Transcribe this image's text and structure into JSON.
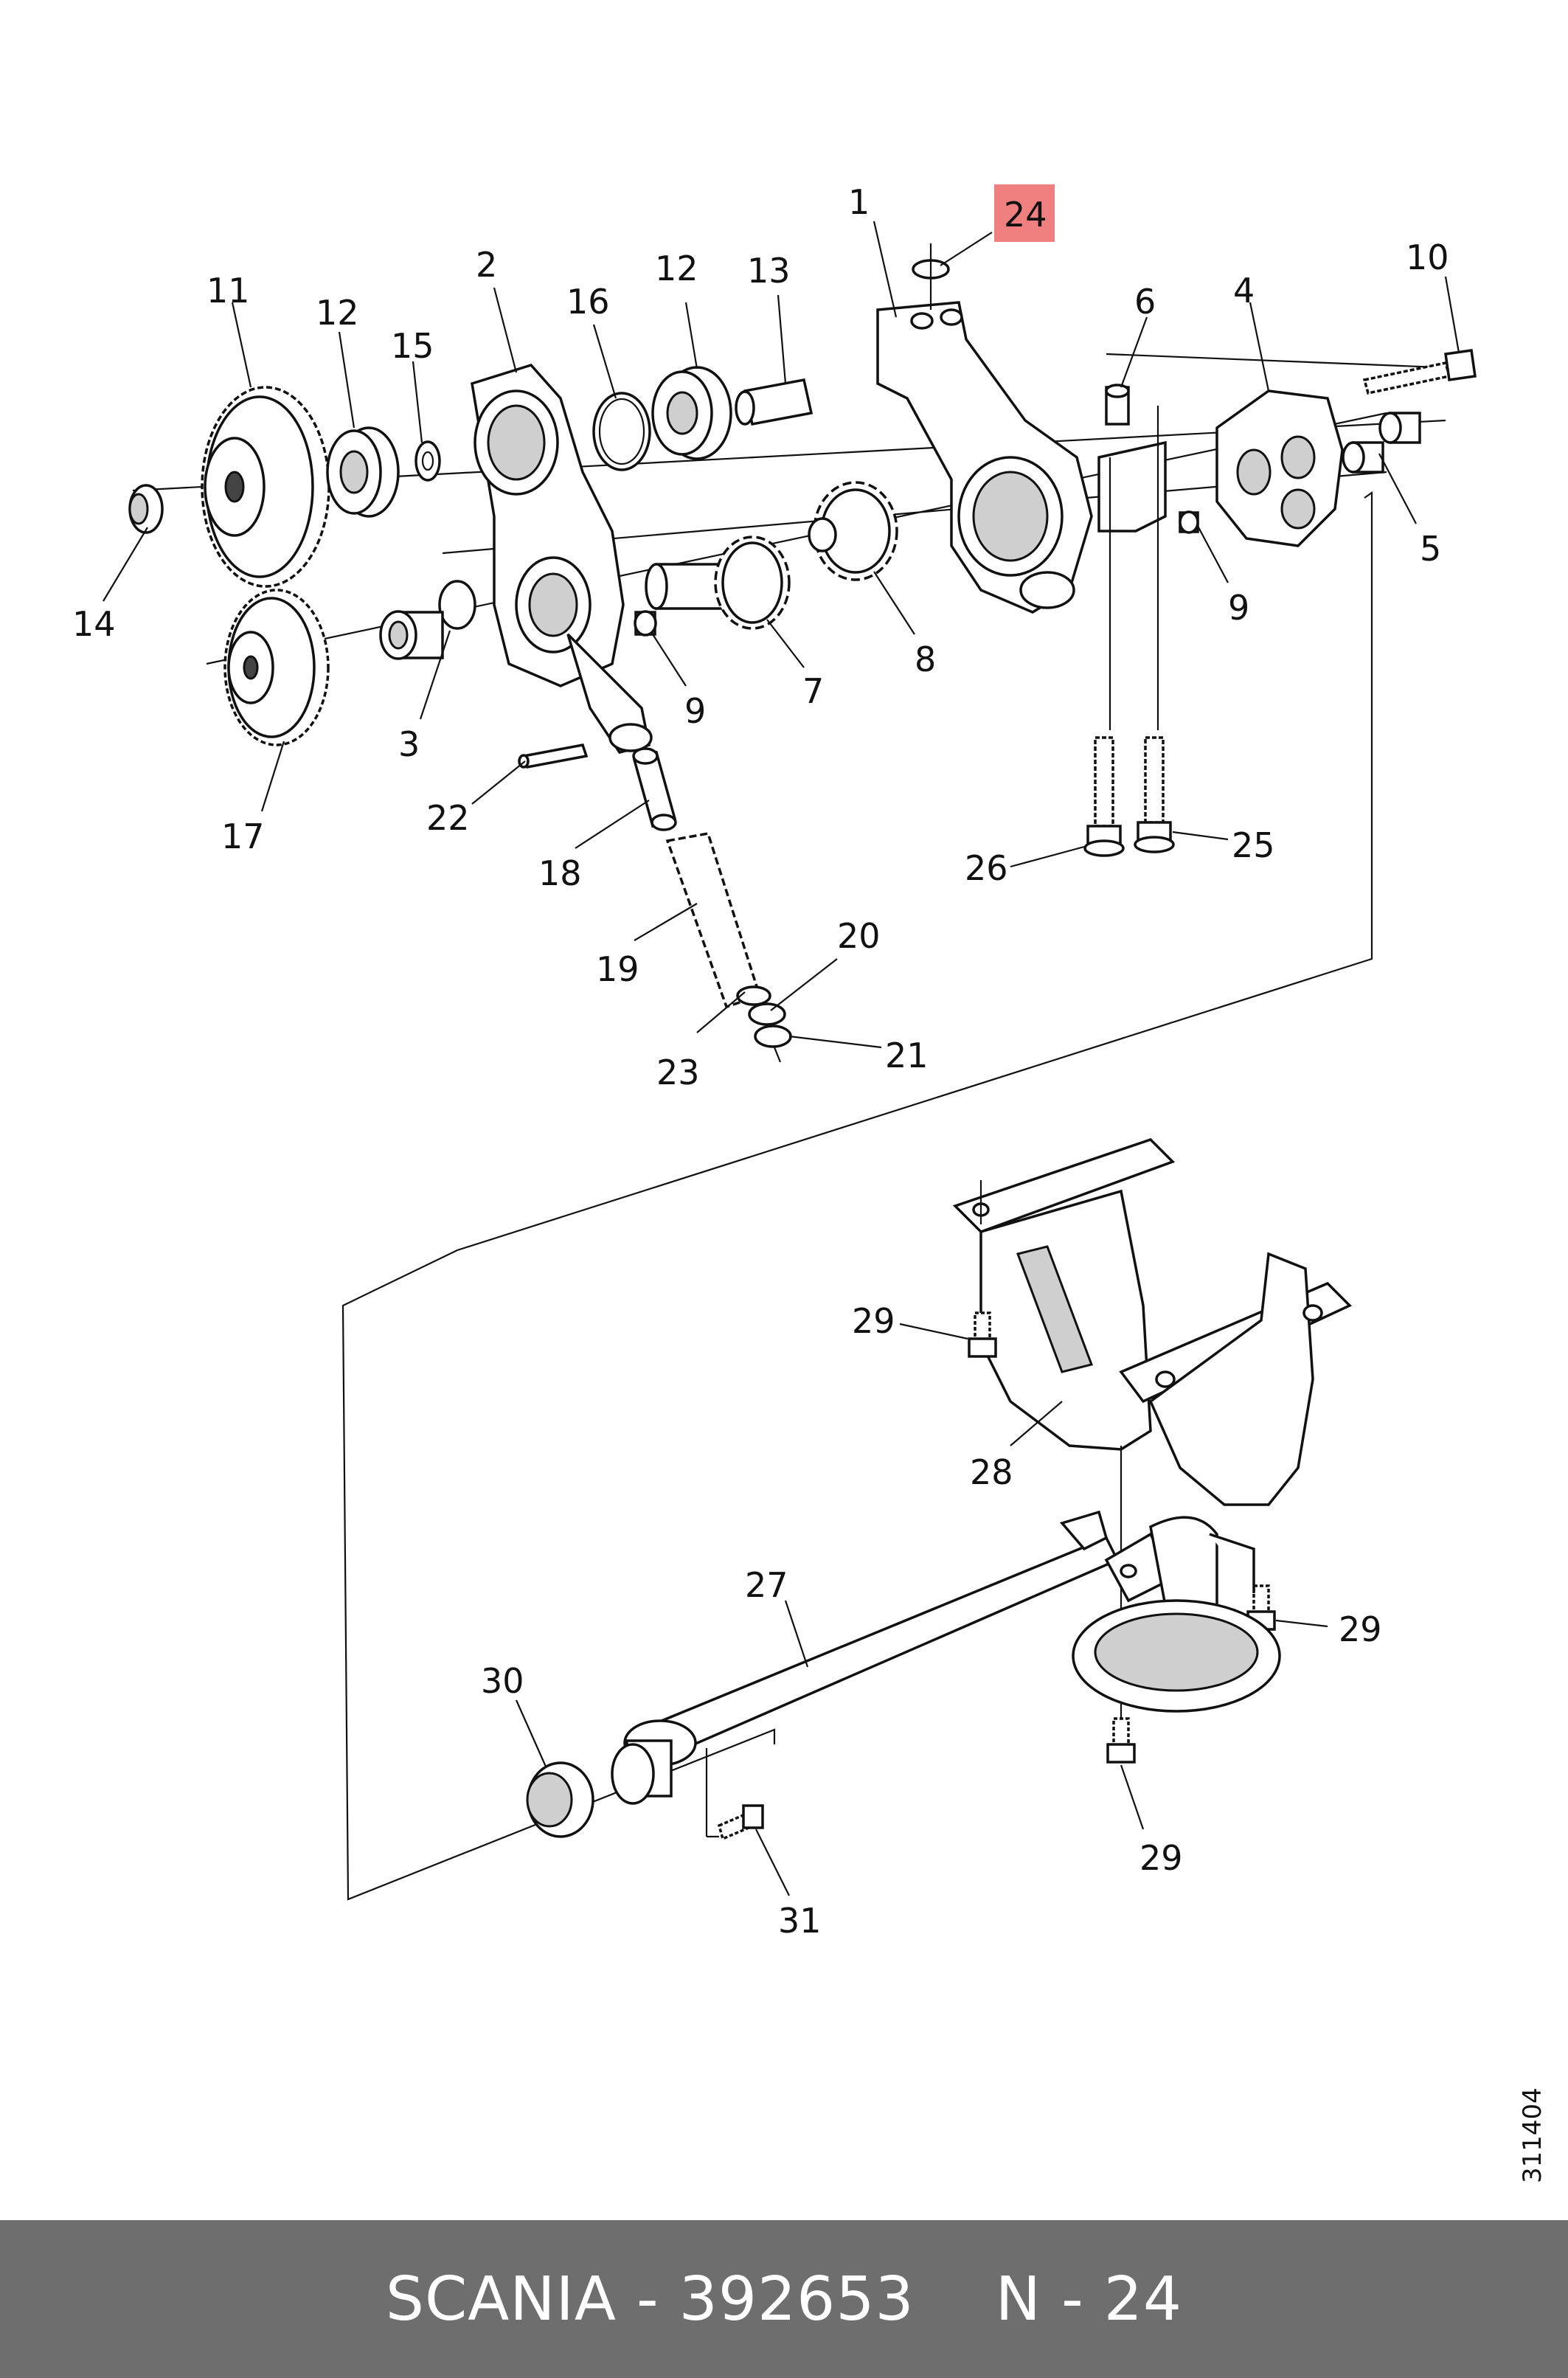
{
  "highlight_color": "#f08080",
  "highlighted_callout": "24",
  "callouts": [
    "1",
    "2",
    "3",
    "4",
    "5",
    "6",
    "7",
    "8",
    "9",
    "9",
    "10",
    "11",
    "12",
    "12",
    "13",
    "14",
    "15",
    "16",
    "17",
    "18",
    "19",
    "20",
    "21",
    "22",
    "23",
    "24",
    "25",
    "26",
    "27",
    "28",
    "29",
    "29",
    "29",
    "30",
    "31"
  ],
  "footer": {
    "brand_part": "SCANIA - 392653",
    "position": "N - 24"
  },
  "side_code": "311404"
}
